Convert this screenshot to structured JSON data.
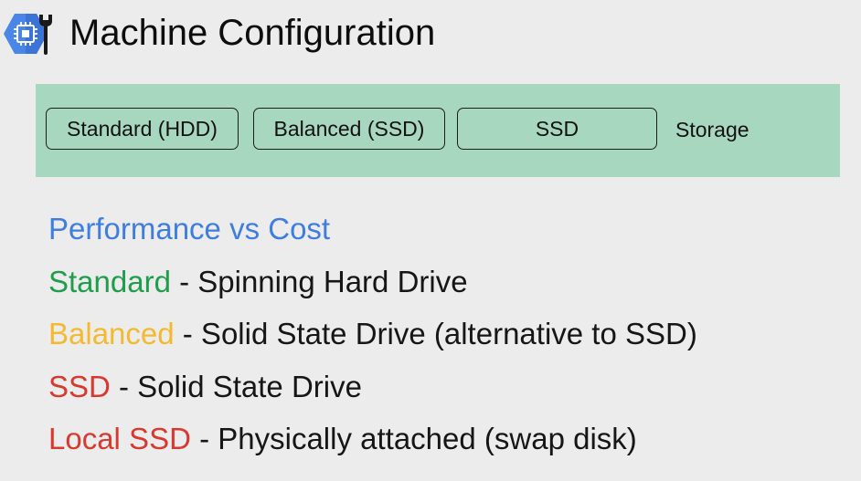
{
  "header": {
    "title": "Machine Configuration",
    "logo_icon": "compute-engine-chip-icon",
    "logo_color": "#4a86e8"
  },
  "storage_panel": {
    "background": "#a8d7bf",
    "buttons": [
      {
        "label": "Standard (HDD)"
      },
      {
        "label": "Balanced (SSD)"
      },
      {
        "label": "SSD"
      }
    ],
    "label": "Storage"
  },
  "content": {
    "heading": "Performance vs Cost",
    "items": [
      {
        "term": "Standard",
        "description": " - Spinning Hard Drive",
        "color": "#1e9e4a"
      },
      {
        "term": "Balanced",
        "description": " - Solid State Drive (alternative to SSD)",
        "color": "#f3ba2f"
      },
      {
        "term": "SSD",
        "description": " - Solid State Drive",
        "color": "#d8392f"
      },
      {
        "term": "Local SSD",
        "description": " - Physically attached (swap disk)",
        "color": "#d8392f"
      }
    ]
  }
}
